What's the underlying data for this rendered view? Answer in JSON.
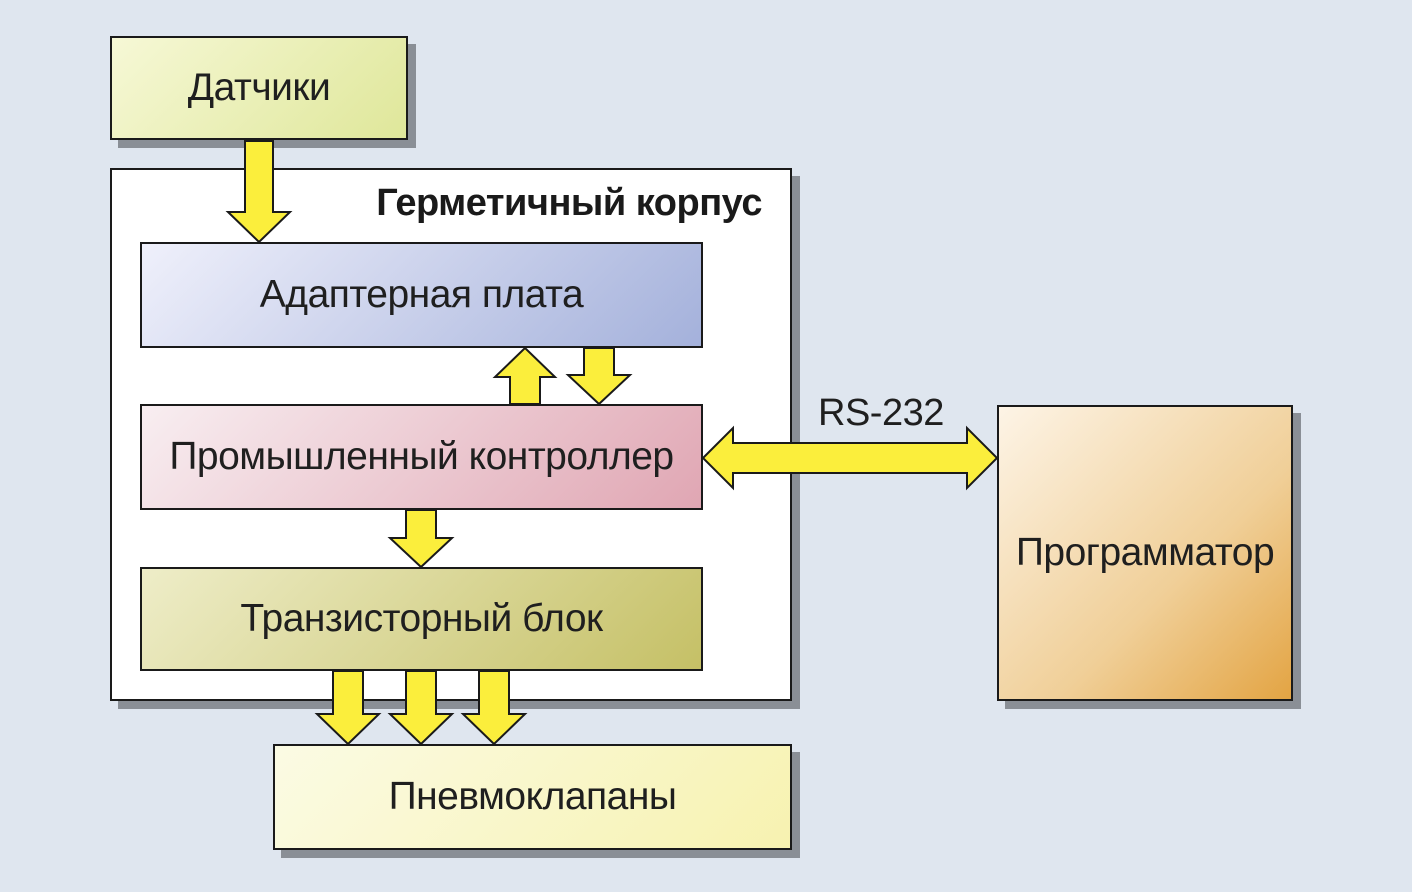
{
  "nodes": {
    "sensors": "Датчики",
    "enclosure": "Герметичный корпус",
    "adapter": "Адаптерная плата",
    "controller": "Промышленный контроллер",
    "transistor": "Транзисторный блок",
    "valves": "Пневмоклапаны",
    "programmer": "Программатор"
  },
  "links": {
    "rs232": "RS-232"
  },
  "colors": {
    "arrow_fill": "#fbee3c",
    "background": "#dfe6ef"
  }
}
